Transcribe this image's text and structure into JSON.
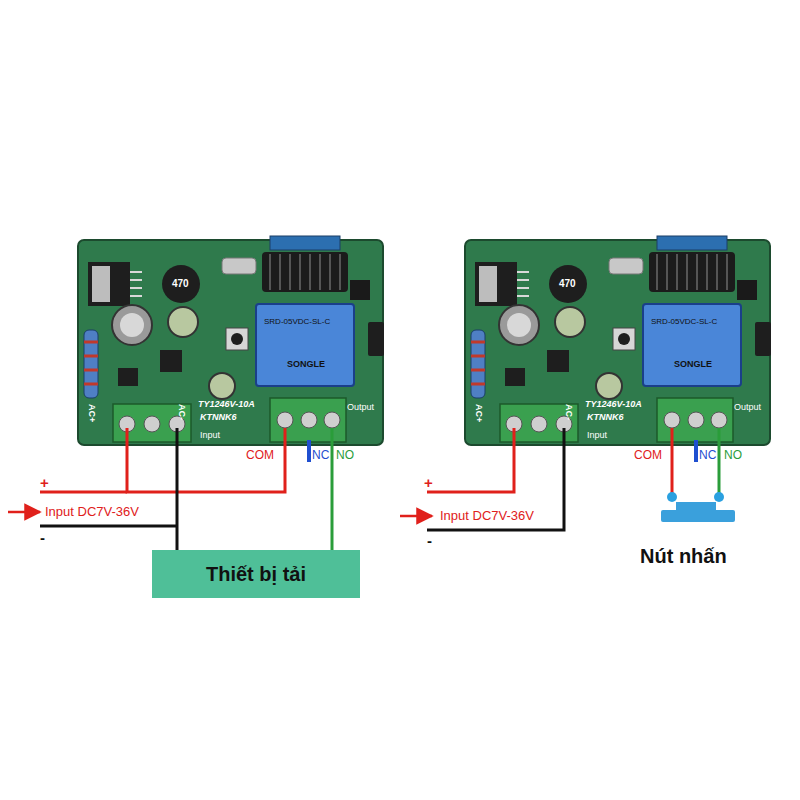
{
  "diagram": {
    "nodes": [
      {
        "text": [
          "Thiết bị tải"
        ]
      }
    ],
    "labels": [
      "AC+",
      "AC-",
      "Input",
      "TY1246V-10A",
      "KTNNK6",
      "Output",
      "COM",
      "NC",
      "NO",
      "SRD-05VDC-SL-C",
      "SONGLE",
      "470",
      "+",
      "Input DC7V-36V",
      "-",
      "AC+",
      "AC-",
      "Input",
      "TY1246V-10A",
      "KTNNK6",
      "Output",
      "COM",
      "NC",
      "NO",
      "SRD-05VDC-SL-C",
      "SONGLE",
      "470",
      "+",
      "Input DC7V-36V",
      "-",
      "Nút nhấn"
    ]
  }
}
